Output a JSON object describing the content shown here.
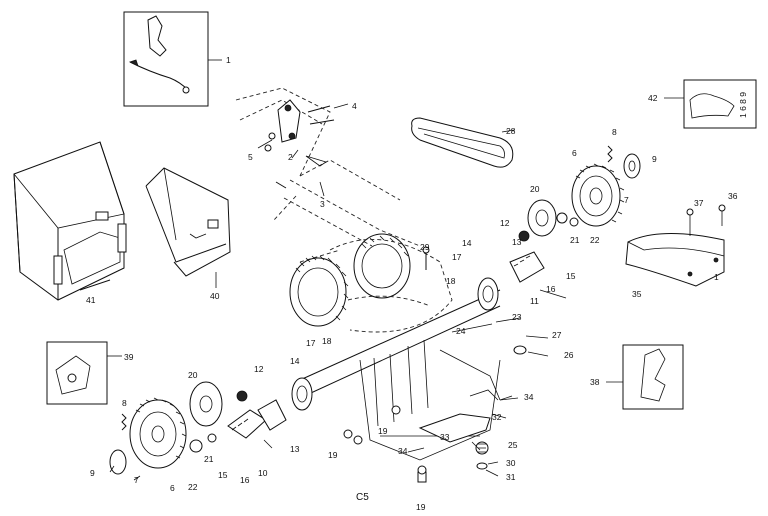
{
  "diagram": {
    "caption": "C5",
    "labels": [
      "1",
      "2",
      "3",
      "4",
      "5",
      "6",
      "7",
      "8",
      "9",
      "10",
      "11",
      "12",
      "13",
      "14",
      "15",
      "16",
      "17",
      "18",
      "19",
      "20",
      "21",
      "22",
      "23",
      "24",
      "25",
      "26",
      "27",
      "28",
      "29",
      "30",
      "31",
      "32",
      "33",
      "34",
      "35",
      "36",
      "37",
      "38",
      "39",
      "40",
      "41",
      "42"
    ],
    "inset_text": "1 6 8 9"
  }
}
